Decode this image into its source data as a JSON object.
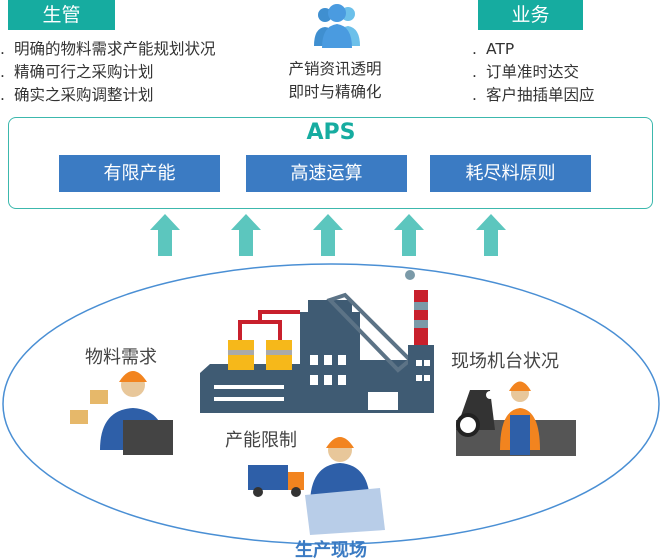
{
  "left_section": {
    "tag": "生管",
    "bullets": [
      "明确的物料需求产能规划状况",
      "精确可行之采购计划",
      "确实之采购调整计划"
    ]
  },
  "center_section": {
    "icon": "users-icon",
    "lines": [
      "产销资讯透明",
      "即时与精确化"
    ]
  },
  "right_section": {
    "tag": "业务",
    "bullets": [
      "ATP",
      "订单准时达交",
      "客户抽插单因应"
    ]
  },
  "aps": {
    "title": "APS",
    "modules": [
      "有限产能",
      "高速运算",
      "耗尽料原则"
    ]
  },
  "shop_floor": {
    "title": "生产现场",
    "labels": {
      "material": "物料需求",
      "capacity": "产能限制",
      "machine": "现场机台状况"
    }
  },
  "colors": {
    "teal": "#16aca0",
    "blue": "#3b7bc3",
    "arrow": "#5cc6be",
    "ellipse": "#4a8fd4"
  },
  "bullet_marker": "."
}
